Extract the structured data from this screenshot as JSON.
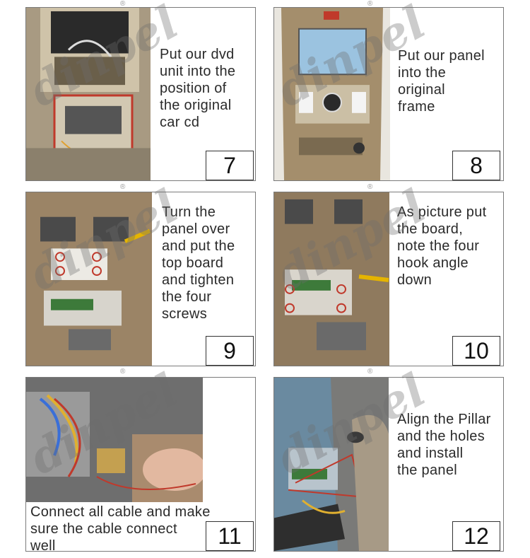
{
  "steps": [
    {
      "number": "7",
      "caption": "Put our dvd\n unit into the\nposition of\nthe original\ncar cd"
    },
    {
      "number": "8",
      "caption": "Put our panel\ninto the\noriginal\nframe"
    },
    {
      "number": "9",
      "caption": "Turn the\npanel over\nand put the\ntop board\nand tighten\nthe four\nscrews"
    },
    {
      "number": "10",
      "caption": "As picture put\nthe board,\nnote the four\nhook angle\ndown"
    },
    {
      "number": "11",
      "caption": "Connect all cable and make\nsure the cable connect\nwell"
    },
    {
      "number": "12",
      "caption": "Align the Pillar\nand the holes\nand install\nthe panel"
    }
  ],
  "watermark": "dinpel",
  "registered_mark": "®"
}
